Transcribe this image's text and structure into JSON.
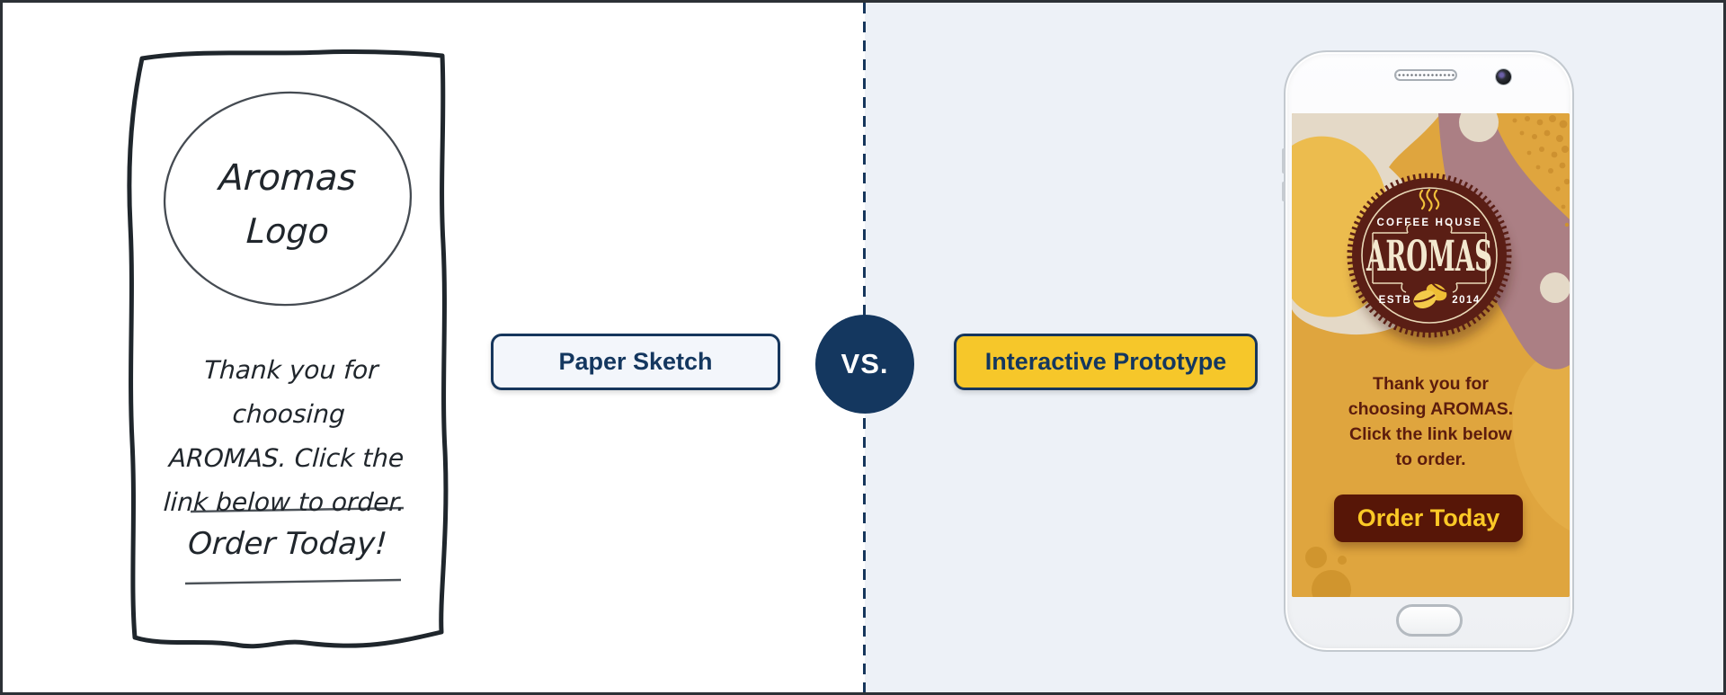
{
  "left_panel": {
    "label": "Paper Sketch",
    "sketch": {
      "logo_line1": "Aromas",
      "logo_line2": "Logo",
      "message_lines": [
        "Thank you for choosing",
        "AROMAS. Click the",
        "link below to order."
      ],
      "cta": "Order Today!"
    }
  },
  "divider": {
    "vs_label": "VS."
  },
  "right_panel": {
    "label": "Interactive Prototype",
    "phone": {
      "logo": {
        "tagline": "COFFEE HOUSE",
        "brand": "AROMAS",
        "estb": "ESTB",
        "year": "2014"
      },
      "message_lines": [
        "Thank you for",
        "choosing AROMAS.",
        "Click the link below",
        "to order."
      ],
      "cta": "Order Today"
    }
  },
  "colors": {
    "navy": "#14375f",
    "accent_yellow": "#f6c72a",
    "badge_maroon": "#5a1e15",
    "screen_gold": "#dfa53e",
    "screen_cream": "#e4d9c7",
    "screen_mauve": "#ab7f84",
    "cta_bg": "#571607",
    "cta_text": "#fbc926",
    "right_bg": "#edf1f7"
  }
}
